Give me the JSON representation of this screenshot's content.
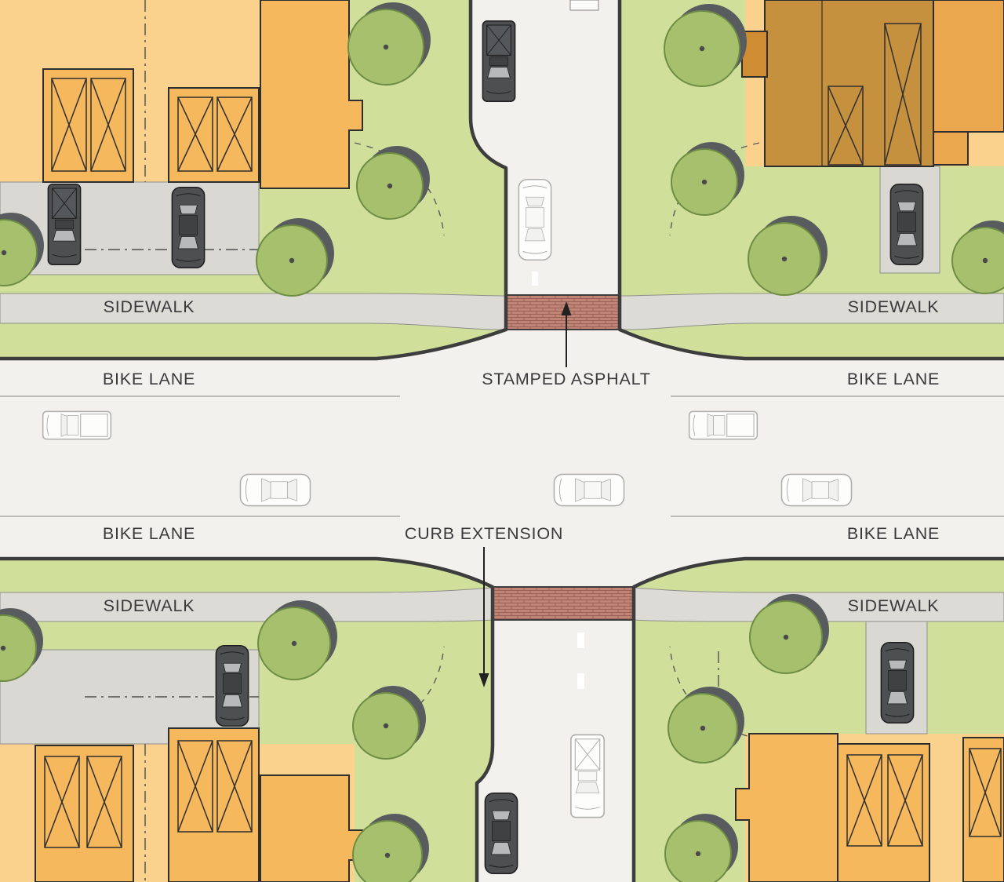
{
  "labels": {
    "sidewalk_top_left": "SIDEWALK",
    "sidewalk_top_right": "SIDEWALK",
    "sidewalk_bottom_left": "SIDEWALK",
    "sidewalk_bottom_right": "SIDEWALK",
    "bike_lane_top_left": "BIKE LANE",
    "bike_lane_top_right": "BIKE LANE",
    "bike_lane_bottom_left": "BIKE LANE",
    "bike_lane_bottom_right": "BIKE LANE",
    "stamped_asphalt": "STAMPED ASPHALT",
    "curb_extension": "CURB EXTENSION"
  },
  "colors": {
    "street": "#f2f1ee",
    "lawn": "#d0e09a",
    "sidewalk": "#dcdbd6",
    "driveway": "#d9d8d3",
    "lot": "#fbd18e",
    "house_orange": "#f6b85c",
    "house_brown": "#c6913e",
    "house_brown2": "#cf8c33",
    "house_amber": "#eaa74e",
    "tree_green": "#a6c06d",
    "tree_shadow": "#585c5e",
    "stamped_asphalt": "#c08577",
    "stamped_line": "#9a6355",
    "curb": "#3d3d3d",
    "label_text": "#3a3a3c"
  }
}
